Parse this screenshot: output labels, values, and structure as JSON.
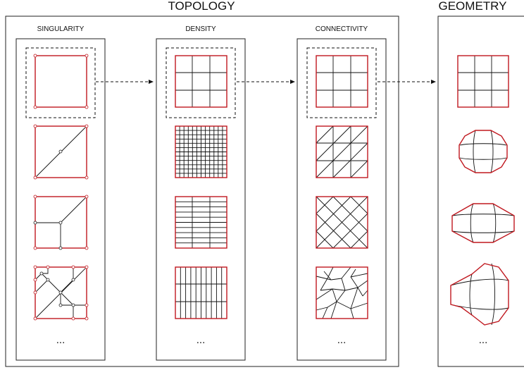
{
  "topology": {
    "title": "TOPOLOGY",
    "columns": [
      {
        "label": "SINGULARITY",
        "ellipsis": "..."
      },
      {
        "label": "DENSITY",
        "ellipsis": "..."
      },
      {
        "label": "CONNECTIVITY",
        "ellipsis": "..."
      }
    ]
  },
  "geometry": {
    "title": "GEOMETRY",
    "ellipsis": "..."
  },
  "colors": {
    "boundary": "#c0181f",
    "edges": "#111111",
    "frame": "#222222"
  }
}
